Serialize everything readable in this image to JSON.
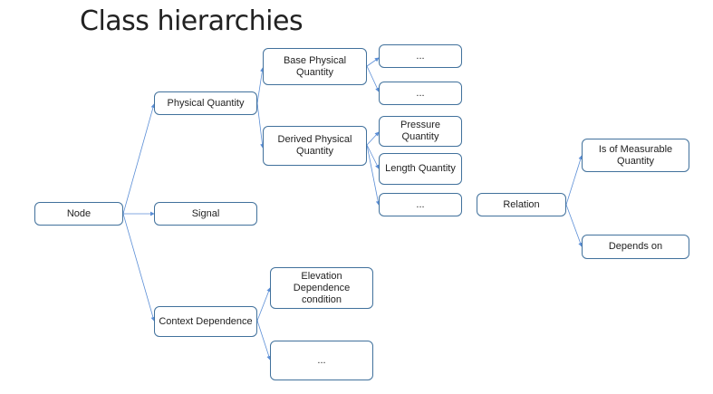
{
  "title": "Class hierarchies",
  "colors": {
    "node_border": "#41719c",
    "edge": "#5b8ed6",
    "text": "#222222"
  },
  "nodes": {
    "node": "Node",
    "physical_quantity": "Physical Quantity",
    "signal": "Signal",
    "context_dependence": "Context Dependence",
    "base_physical_quantity": "Base Physical Quantity",
    "derived_physical_quantity": "Derived Physical Quantity",
    "base_child_1": "...",
    "base_child_2": "...",
    "pressure_quantity": "Pressure Quantity",
    "length_quantity": "Length Quantity",
    "derived_child_3": "...",
    "elevation_dependence_condition": "Elevation Dependence condition",
    "context_child_2": "...",
    "relation": "Relation",
    "is_of_measurable_quantity": "Is of Measurable Quantity",
    "depends_on": "Depends on"
  }
}
